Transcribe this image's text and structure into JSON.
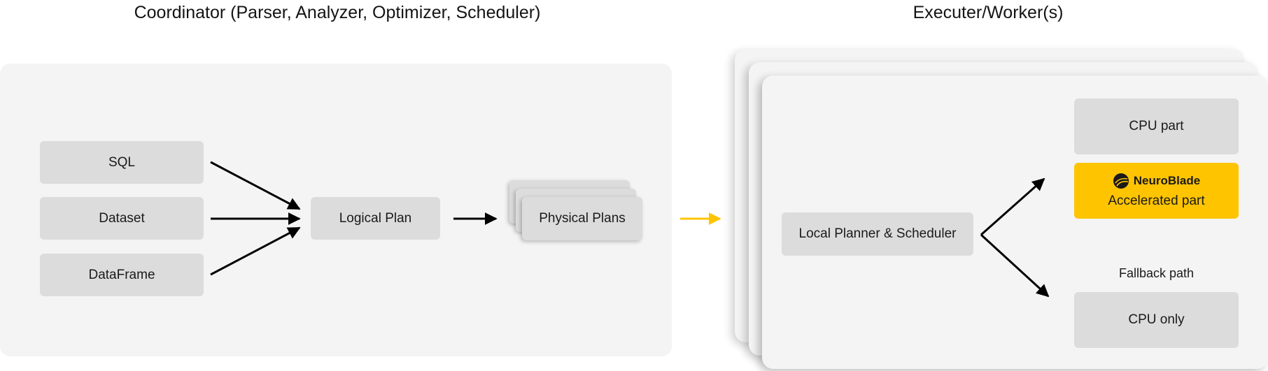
{
  "titles": {
    "coordinator": "Coordinator (Parser, Analyzer, Optimizer, Scheduler)",
    "executor": "Executer/Worker(s)"
  },
  "coordinator": {
    "inputs": [
      "SQL",
      "Dataset",
      "DataFrame"
    ],
    "logical_plan": "Logical Plan",
    "physical_plans": "Physical Plans"
  },
  "executor": {
    "local_planner": "Local Planner & Scheduler",
    "cpu_part": "CPU part",
    "accelerated": {
      "brand": "NeuroBlade",
      "label": "Accelerated part"
    },
    "fallback_caption": "Fallback path",
    "cpu_only": "CPU only"
  },
  "colors": {
    "accent": "#ffc400",
    "panel": "#f4f4f4",
    "box": "#dcdcdc",
    "arrow": "#000000"
  },
  "icons": {
    "brand_logo": "neuroblade-logo-icon"
  }
}
